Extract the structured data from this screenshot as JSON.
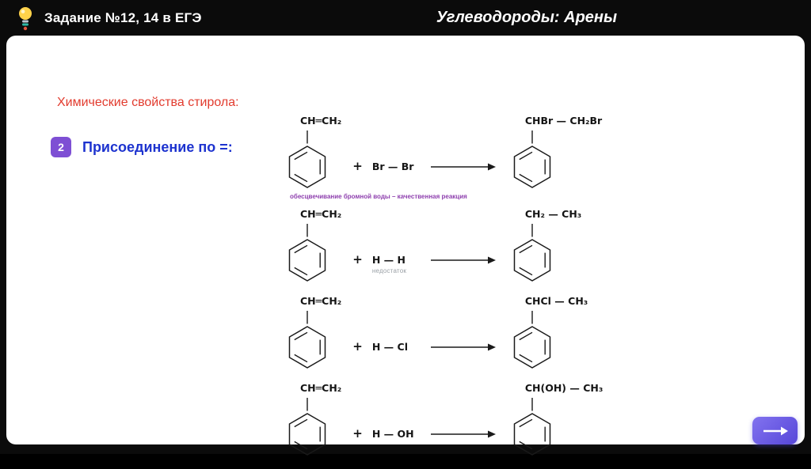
{
  "header": {
    "task_label": "Задание №12, 14 в ЕГЭ",
    "topic_title": "Углеводороды: Арены"
  },
  "content": {
    "heading": "Химические свойства стирола:",
    "step": {
      "number": "2",
      "label": "Присоединение по =:"
    }
  },
  "symbols": {
    "plus": "+"
  },
  "reactions": [
    {
      "reactant": "CH═CH₂",
      "reagent": "Br — Br",
      "product": "CHBr — CH₂Br",
      "caption": "обесцвечивание бромной воды – качественная реакция"
    },
    {
      "reactant": "CH═CH₂",
      "reagent": "H — H",
      "note": "недостаток",
      "product": "CH₂ — CH₃"
    },
    {
      "reactant": "CH═CH₂",
      "reagent": "H — Cl",
      "product": "CHCl — CH₃"
    },
    {
      "reactant": "CH═CH₂",
      "reagent": "H — OH",
      "product": "CH(OH) — CH₃"
    }
  ],
  "colors": {
    "heading_red": "#e23b2e",
    "step_blue": "#1d33cf",
    "badge_purple": "#7e4fd4",
    "caption_purple": "#8e3fae",
    "button_indigo": "#5646d9"
  }
}
